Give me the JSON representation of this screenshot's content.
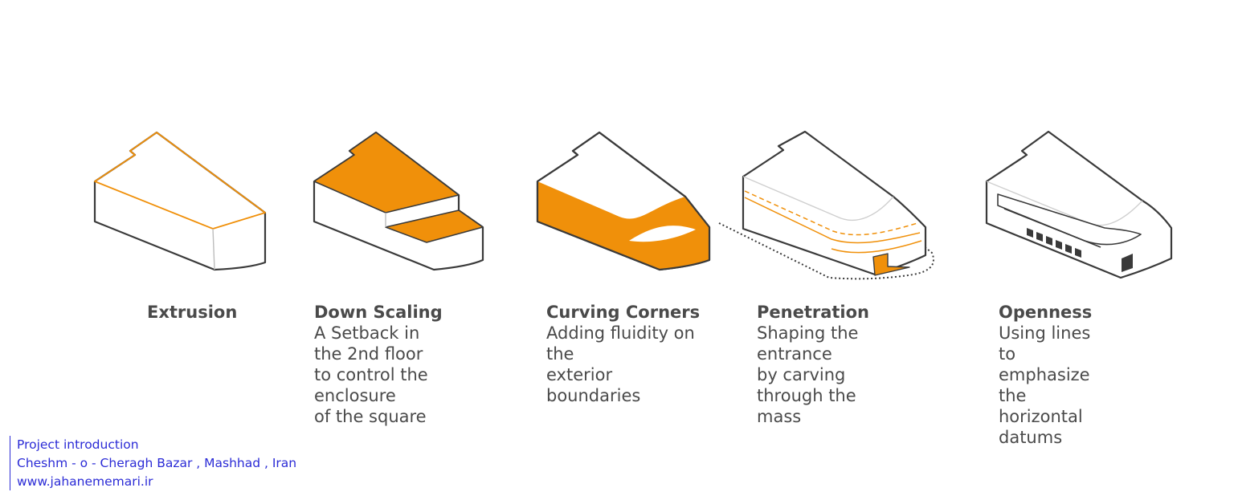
{
  "colors": {
    "accent": "#f0900a",
    "outline": "#3a3a3a",
    "text": "#4a4a4a",
    "credit": "#2b2bd6"
  },
  "steps": [
    {
      "title": "Extrusion",
      "description": ""
    },
    {
      "title": "Down Scaling",
      "description": "A Setback in the 2nd floor\nto control the enclosure\nof the square"
    },
    {
      "title": "Curving Corners",
      "description": "Adding fluidity on the\nexterior boundaries"
    },
    {
      "title": "Penetration",
      "description": "Shaping the entrance\nby carving through the\nmass"
    },
    {
      "title": "Openness",
      "description": "Using lines to\nemphasize the\nhorizontal datums"
    }
  ],
  "credit": {
    "line1": "Project introduction",
    "line2": "Cheshm - o - Cheragh Bazar , Mashhad , Iran",
    "line3": "www.jahanememari.ir"
  }
}
